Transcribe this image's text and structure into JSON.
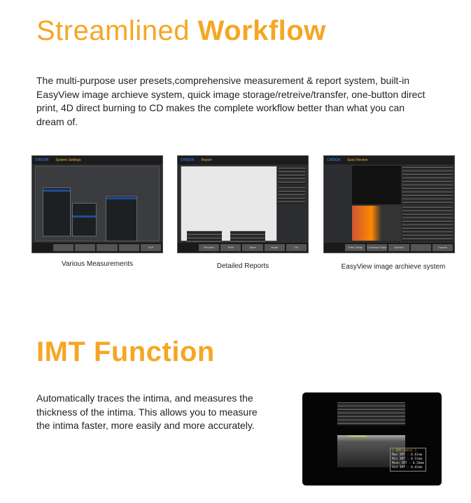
{
  "section1": {
    "title_light": "Streamlined",
    "title_bold": "Workflow",
    "description": "The multi-purpose user presets,comprehensive measurement & report system, built-in EasyView image archieve system, quick image storage/retreive/transfer, one-button direct print, 4D direct burning to CD makes the complete workflow better than what you can dream of."
  },
  "screenshots": [
    {
      "brand": "CHISON",
      "title": "System Settings",
      "caption": "Various Measurements",
      "buttons": [
        "",
        "",
        "",
        "",
        "Exit"
      ]
    },
    {
      "brand": "CHISON",
      "title": "Report",
      "caption": "Detailed Reports",
      "buttons": [
        "Preview",
        "Print",
        "Save",
        "Mode",
        "OK"
      ]
    },
    {
      "brand": "CHISON",
      "title": "Easy Review",
      "caption": "EasyView image archieve system",
      "buttons": [
        "Enter Study",
        "Continue Exam",
        "Archive",
        "",
        "Cancel"
      ]
    }
  ],
  "section2": {
    "title": "IMT Function",
    "description": "Automatically traces the intima, and measures the thickness of the intima. This allows you to measure the intima faster,  more easily and more accurately.",
    "readout": [
      "[ IMT(Auto) ]",
      "Max IMT : 0.61mm",
      "Min IMT : 0.53mm",
      "Mean IMT : 0.58mm",
      "Std IMT : 0.03mm"
    ]
  },
  "colors": {
    "accent": "#f5a623"
  }
}
